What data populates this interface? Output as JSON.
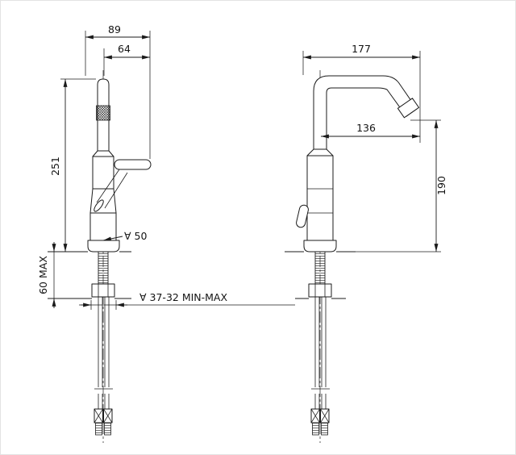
{
  "canvas": {
    "background_color": "#ffffff",
    "line_color": "#1b1b1b",
    "description": "Technical dimension drawing of a single-lever basin faucet, front and side views"
  },
  "front_view": {
    "dim_total_width": "89",
    "dim_spout_to_handle": "64",
    "dim_height": "251",
    "dim_deck": "60 MAX",
    "dim_base": "∀ 50",
    "dim_hole": "∀ 37-32  MIN-MAX"
  },
  "side_view": {
    "dim_depth": "177",
    "dim_reach": "136",
    "dim_outlet_height": "190"
  }
}
